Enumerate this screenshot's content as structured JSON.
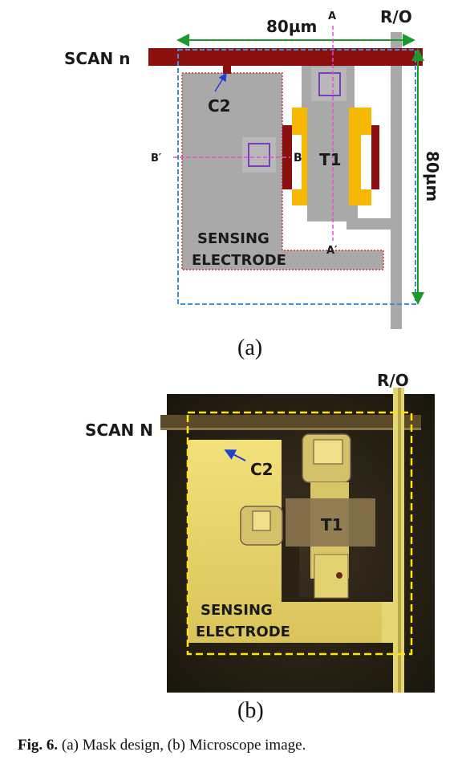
{
  "figure_a": {
    "subfig_label": "(a)",
    "scan_label": "SCAN n",
    "ro_label": "R/O",
    "width_dim": "80µm",
    "height_dim": "80µm",
    "c2_label": "C2",
    "t1_label": "T1",
    "sensing_label_line1": "SENSING",
    "sensing_label_line2": "ELECTRODE",
    "section_a": "A",
    "section_a_prime": "A′",
    "section_b": "B",
    "section_b_prime": "B′",
    "colors": {
      "scan_line": "#8b0f0f",
      "electrode": "#a9a9a9",
      "gate": "#f6b800",
      "outline_blue": "#3a8fd6",
      "outline_red": "#e03030",
      "dimension": "#1a9a2a",
      "section_line": "#e64ad6",
      "via": "#7a3fc0"
    }
  },
  "figure_b": {
    "subfig_label": "(b)",
    "scan_label": "SCAN N",
    "ro_label": "R/O",
    "c2_label": "C2",
    "t1_label": "T1",
    "sensing_label_line1": "SENSING",
    "sensing_label_line2": "ELECTRODE",
    "colors": {
      "background": "#2a2416",
      "metal": "#e8d66a",
      "dashed_outline": "#ffe600",
      "arrow": "#2040d0"
    }
  },
  "caption": {
    "prefix": "Fig. 6.",
    "text": "(a)  Mask  design,  (b)  Microscope  image."
  }
}
